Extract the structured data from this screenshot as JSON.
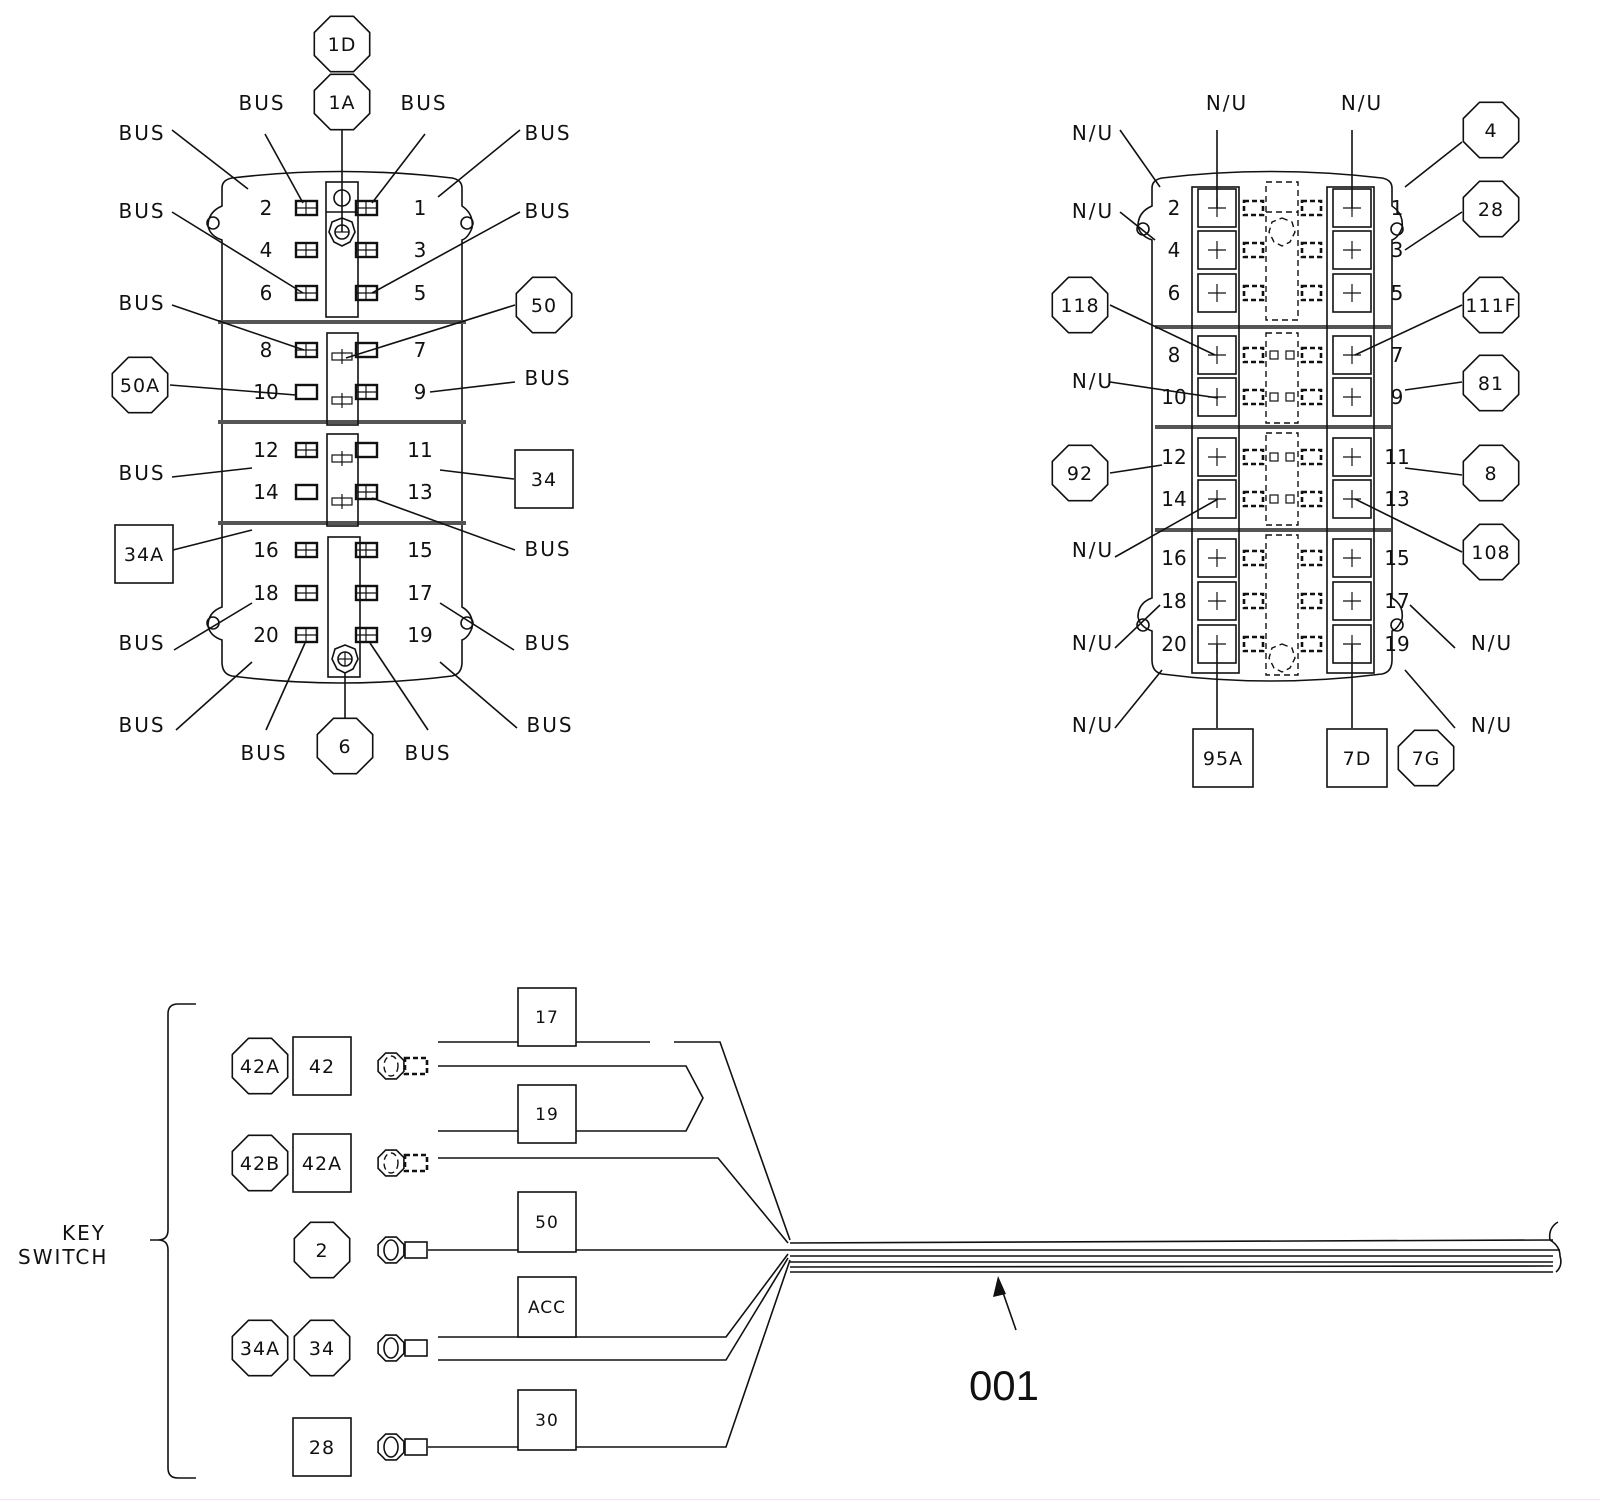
{
  "left_panel": {
    "top_tags": [
      "1D",
      "1A"
    ],
    "bottom_tag": "6",
    "terminals": [
      "1",
      "2",
      "3",
      "4",
      "5",
      "6",
      "7",
      "8",
      "9",
      "10",
      "11",
      "12",
      "13",
      "14",
      "15",
      "16",
      "17",
      "18",
      "19",
      "20"
    ],
    "callouts": [
      {
        "text": "BUS",
        "shape": "none",
        "to": "2"
      },
      {
        "text": "BUS",
        "shape": "none",
        "to": "2-pin"
      },
      {
        "text": "BUS",
        "shape": "none",
        "to": "1-pin"
      },
      {
        "text": "BUS",
        "shape": "none",
        "to": "1"
      },
      {
        "text": "BUS",
        "shape": "none",
        "to": "6"
      },
      {
        "text": "BUS",
        "shape": "none",
        "to": "5"
      },
      {
        "text": "BUS",
        "shape": "none",
        "to": "8"
      },
      {
        "text": "50",
        "shape": "octagon",
        "to": "7"
      },
      {
        "text": "50A",
        "shape": "octagon",
        "to": "10"
      },
      {
        "text": "BUS",
        "shape": "none",
        "to": "9"
      },
      {
        "text": "BUS",
        "shape": "none",
        "to": "12"
      },
      {
        "text": "34",
        "shape": "box",
        "to": "11"
      },
      {
        "text": "34A",
        "shape": "box",
        "to": "14"
      },
      {
        "text": "BUS",
        "shape": "none",
        "to": "13"
      },
      {
        "text": "BUS",
        "shape": "none",
        "to": "18"
      },
      {
        "text": "BUS",
        "shape": "none",
        "to": "17"
      },
      {
        "text": "BUS",
        "shape": "none",
        "to": "20"
      },
      {
        "text": "BUS",
        "shape": "none",
        "to": "20-pin"
      },
      {
        "text": "BUS",
        "shape": "none",
        "to": "19-pin"
      },
      {
        "text": "BUS",
        "shape": "none",
        "to": "19"
      }
    ]
  },
  "right_panel": {
    "terminals": [
      "1",
      "2",
      "3",
      "4",
      "5",
      "6",
      "7",
      "8",
      "9",
      "10",
      "11",
      "12",
      "13",
      "14",
      "15",
      "16",
      "17",
      "18",
      "19",
      "20"
    ],
    "callouts": [
      {
        "text": "N/U",
        "shape": "none",
        "to": "2-top"
      },
      {
        "text": "N/U",
        "shape": "none",
        "to": "2-pin"
      },
      {
        "text": "N/U",
        "shape": "none",
        "to": "1-pin"
      },
      {
        "text": "4",
        "shape": "octagon",
        "to": "1"
      },
      {
        "text": "N/U",
        "shape": "none",
        "to": "4"
      },
      {
        "text": "28",
        "shape": "octagon",
        "to": "3"
      },
      {
        "text": "118",
        "shape": "octagon",
        "to": "8"
      },
      {
        "text": "111F",
        "shape": "octagon",
        "to": "7"
      },
      {
        "text": "N/U",
        "shape": "none",
        "to": "10"
      },
      {
        "text": "81",
        "shape": "octagon",
        "to": "9"
      },
      {
        "text": "92",
        "shape": "octagon",
        "to": "12"
      },
      {
        "text": "8",
        "shape": "octagon",
        "to": "11"
      },
      {
        "text": "N/U",
        "shape": "none",
        "to": "14"
      },
      {
        "text": "108",
        "shape": "octagon",
        "to": "13"
      },
      {
        "text": "N/U",
        "shape": "none",
        "to": "18"
      },
      {
        "text": "N/U",
        "shape": "none",
        "to": "17"
      },
      {
        "text": "N/U",
        "shape": "none",
        "to": "20"
      },
      {
        "text": "N/U",
        "shape": "none",
        "to": "19"
      },
      {
        "text": "95A",
        "shape": "box",
        "to": "20-pin"
      },
      {
        "text": "7D",
        "shape": "box",
        "to": "19-pin"
      },
      {
        "text": "7G",
        "shape": "octagon",
        "to": "19-pin"
      }
    ]
  },
  "key_switch": {
    "label_line1": "KEY",
    "label_line2": "SWITCH",
    "wires": [
      {
        "tags": [
          {
            "text": "42A",
            "shape": "octagon"
          },
          {
            "text": "42",
            "shape": "box"
          }
        ],
        "wire_label": "17"
      },
      {
        "tags": [
          {
            "text": "42B",
            "shape": "octagon"
          },
          {
            "text": "42A",
            "shape": "box"
          }
        ],
        "wire_label": "19"
      },
      {
        "tags": [
          {
            "text": "2",
            "shape": "octagon"
          }
        ],
        "wire_label": "50"
      },
      {
        "tags": [
          {
            "text": "34A",
            "shape": "octagon"
          },
          {
            "text": "34",
            "shape": "octagon"
          }
        ],
        "wire_label": "ACC"
      },
      {
        "tags": [
          {
            "text": "28",
            "shape": "box"
          }
        ],
        "wire_label": "30"
      }
    ],
    "harness_label": "001"
  }
}
